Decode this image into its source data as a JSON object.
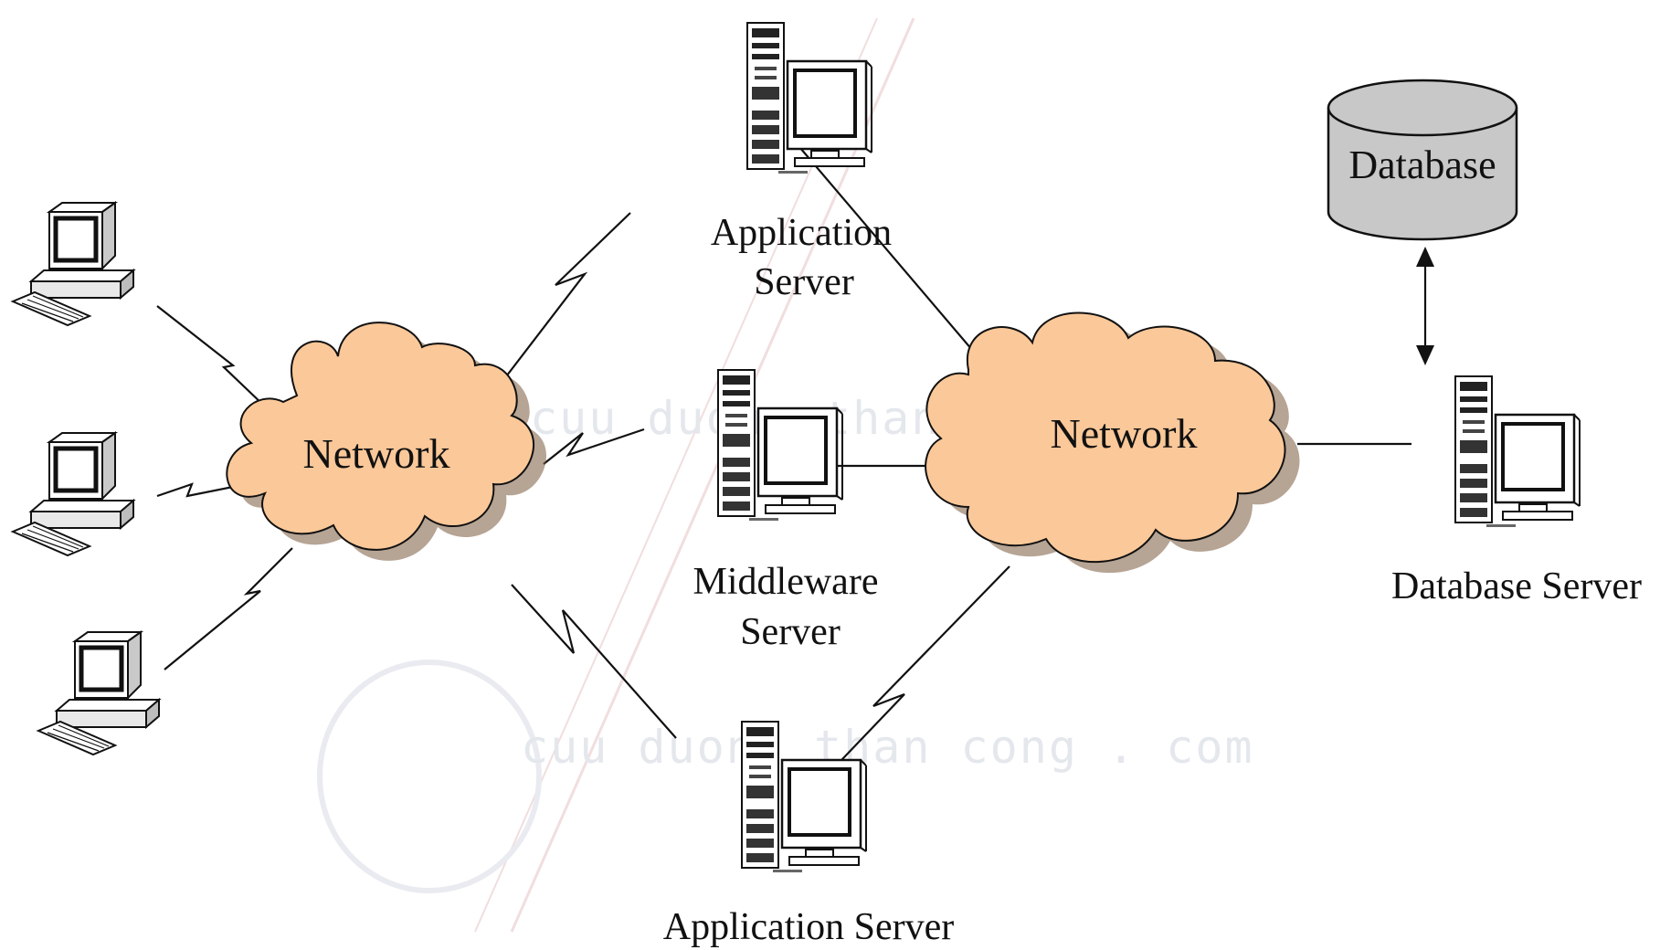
{
  "diagram": {
    "clouds": {
      "left": {
        "label": "Network"
      },
      "right": {
        "label": "Network"
      }
    },
    "servers": {
      "app_top": {
        "label_lines": [
          "Application",
          "Server"
        ]
      },
      "middleware": {
        "label_lines": [
          "Middleware",
          "Server"
        ]
      },
      "app_bottom": {
        "label_lines": [
          "Application Server"
        ]
      },
      "database_server": {
        "label_lines": [
          "Database Server"
        ]
      }
    },
    "database": {
      "label": "Database"
    },
    "clients": [
      {
        "icon": "desktop-computer-icon"
      },
      {
        "icon": "desktop-computer-icon"
      },
      {
        "icon": "desktop-computer-icon"
      }
    ],
    "watermark": {
      "line1": "cuu duong than cong . com",
      "line2": "cuu duong than cong . com"
    },
    "colors": {
      "cloud_fill": "#fbc899",
      "database_fill": "#c8c8c8",
      "line": "#111111",
      "background": "#ffffff"
    }
  }
}
